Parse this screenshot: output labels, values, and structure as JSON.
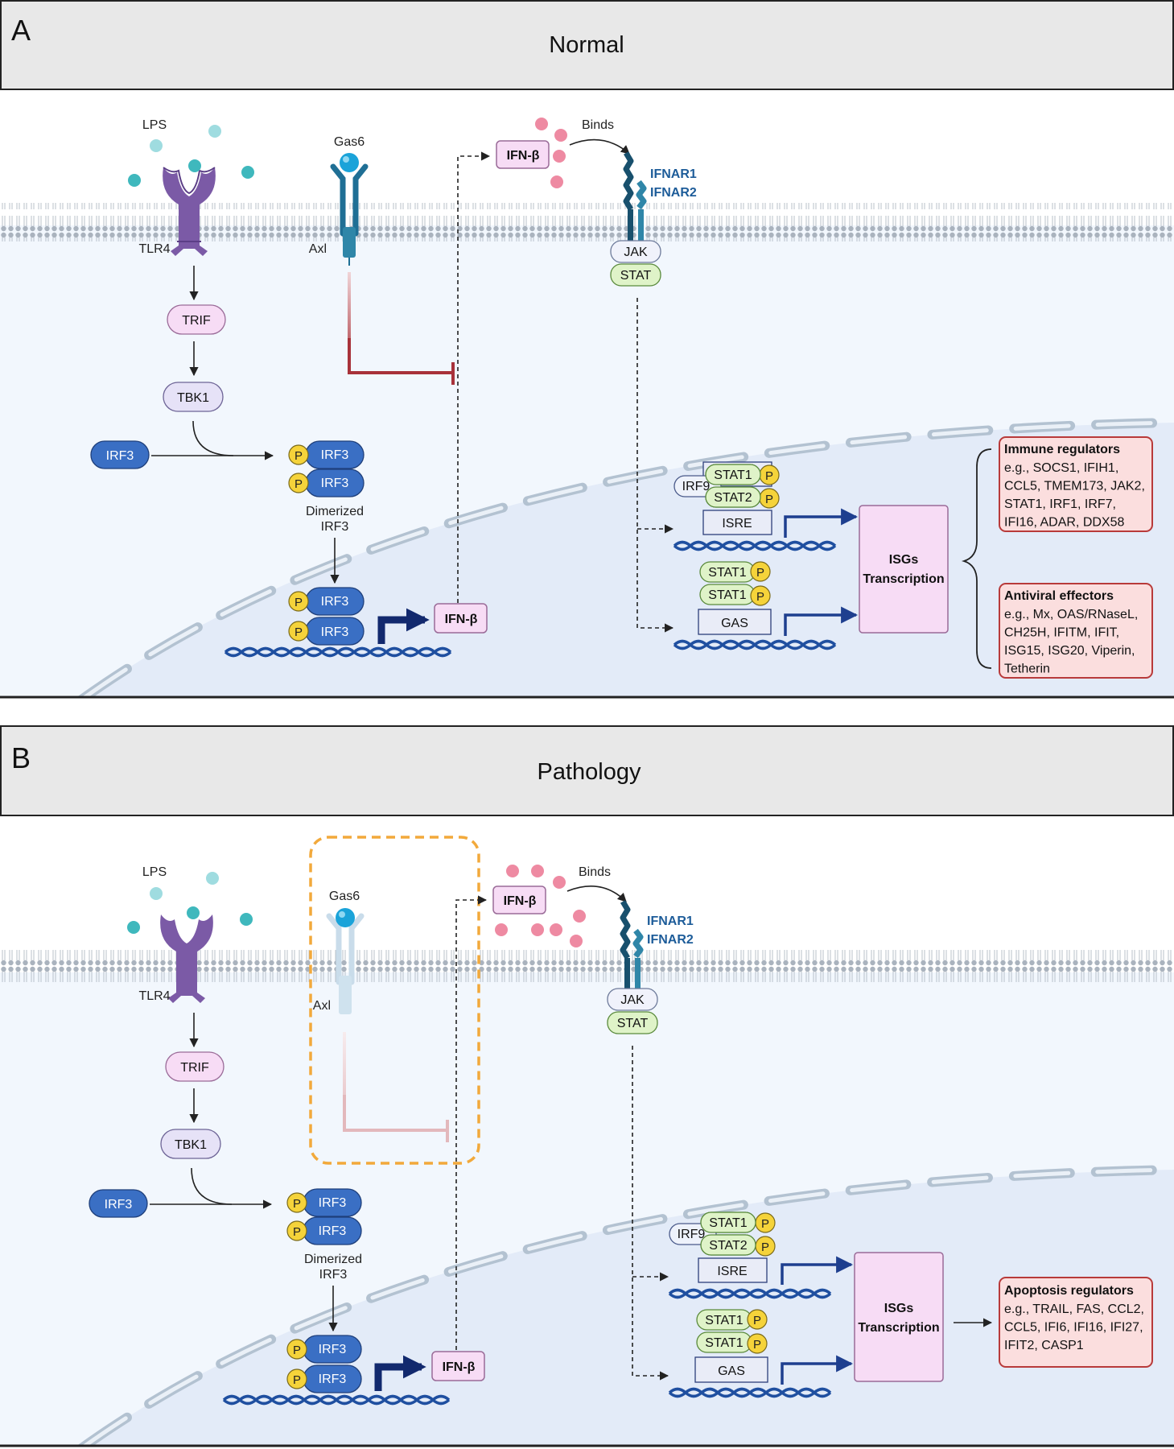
{
  "panels": [
    {
      "letter": "A",
      "title": "Normal",
      "lps": "LPS",
      "tlr4": "TLR4",
      "gas6": "Gas6",
      "axl": "Axl",
      "binds": "Binds",
      "ifnb": "IFN-β",
      "ifnar1": "IFNAR1",
      "ifnar2": "IFNAR2",
      "jak": "JAK",
      "stat": "STAT",
      "trif": "TRIF",
      "tbk1": "TBK1",
      "irf3": "IRF3",
      "p": "P",
      "dimerized": [
        "Dimerized",
        "IRF3"
      ],
      "stat1": "STAT1",
      "stat2": "STAT2",
      "irf9": "IRF9",
      "isre": "ISRE",
      "gas": "GAS",
      "isgs": [
        "ISGs",
        "Transcription"
      ],
      "boxes": [
        {
          "title": "Immune regulators",
          "lines": [
            "e.g., SOCS1, IFIH1,",
            "CCL5, TMEM173, JAK2,",
            "STAT1, IRF1, IRF7,",
            "IFI16, ADAR, DDX58"
          ]
        },
        {
          "title": "Antiviral effectors",
          "lines": [
            "e.g., Mx, OAS/RNaseL,",
            "CH25H, IFITM, IFIT,",
            "ISG15, ISG20, Viperin,",
            "Tetherin"
          ]
        }
      ]
    },
    {
      "letter": "B",
      "title": "Pathology",
      "lps": "LPS",
      "tlr4": "TLR4",
      "gas6": "Gas6",
      "axl": "Axl",
      "binds": "Binds",
      "ifnb": "IFN-β",
      "ifnar1": "IFNAR1",
      "ifnar2": "IFNAR2",
      "jak": "JAK",
      "stat": "STAT",
      "trif": "TRIF",
      "tbk1": "TBK1",
      "irf3": "IRF3",
      "p": "P",
      "dimerized": [
        "Dimerized",
        "IRF3"
      ],
      "stat1": "STAT1",
      "stat2": "STAT2",
      "irf9": "IRF9",
      "isre": "ISRE",
      "gas": "GAS",
      "isgs": [
        "ISGs",
        "Transcription"
      ],
      "boxes": [
        {
          "title": "Apoptosis regulators",
          "lines": [
            "e.g., TRAIL, FAS, CCL2,",
            "CCL5, IFI6, IFI16, IFI27,",
            "IFIT2, CASP1"
          ]
        }
      ]
    }
  ],
  "colors": {
    "irf3": "#3a6fc4",
    "trif": "#f7dcf5",
    "tbk1": "#e6e2f7",
    "p_circle": "#f5d33a",
    "stat_green": "#dff3c8",
    "ifnb_box": "#f7dcf5",
    "result_box": "#fbdede",
    "result_border": "#b83a3a",
    "inhibit": "#a8323a",
    "inhibit_faded": "#e3b8bc",
    "dna": "#1f4fa0",
    "arrow_blue": "#1e3f8f",
    "receptor": "#1f6f95",
    "tlr4": "#7b5aa6",
    "dashed_box": "#f2a93b"
  }
}
